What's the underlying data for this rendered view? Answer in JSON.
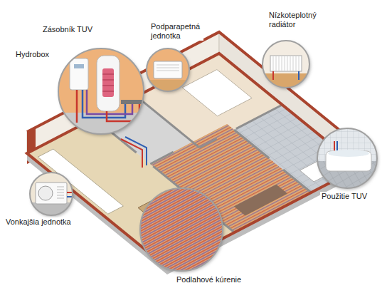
{
  "diagram": {
    "labels": [
      "Zásobník TUV",
      "Podparapetná jednotka",
      "Nízkoteplotný radiátor",
      "Hydrobox",
      "Použitie TUV",
      "Vonkajšia jednotka",
      "Podlahové kúrenie"
    ]
  }
}
